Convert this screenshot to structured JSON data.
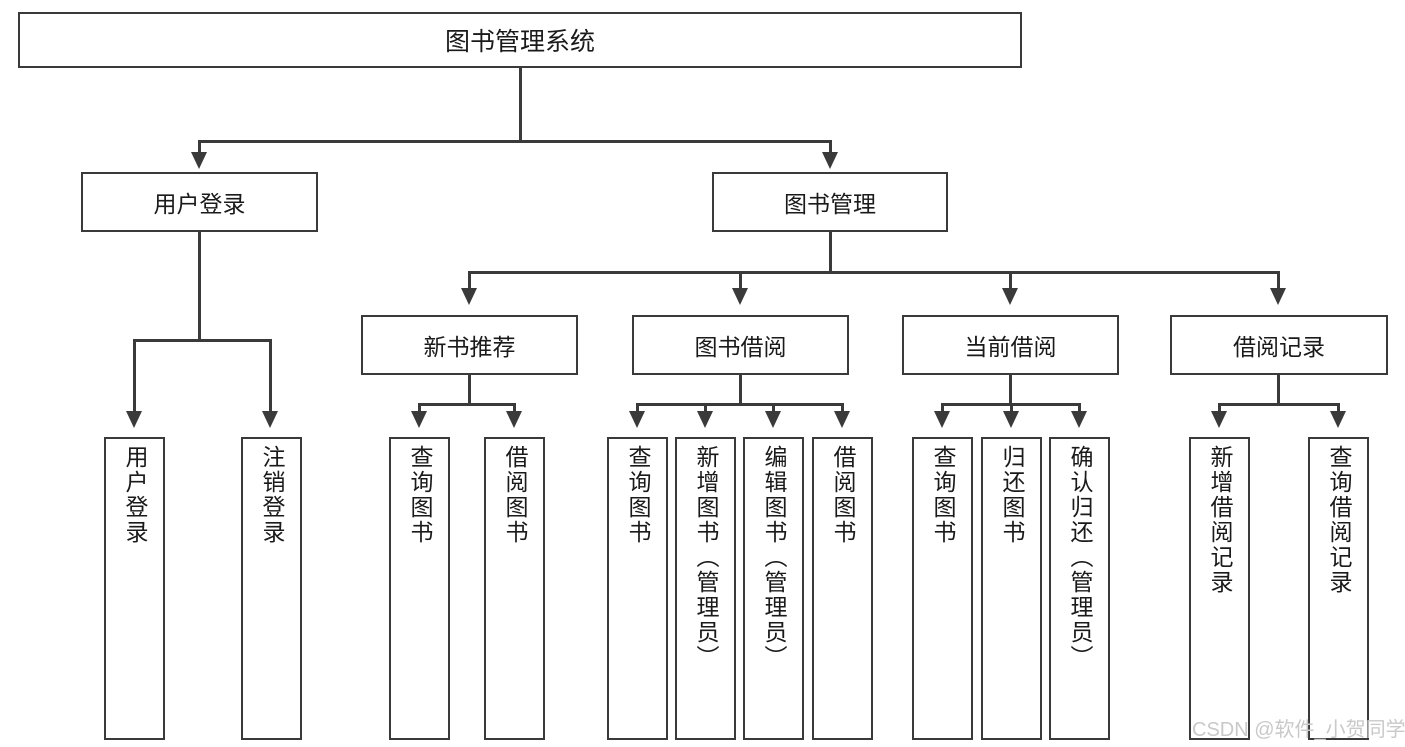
{
  "diagram": {
    "title": "图书管理系统",
    "root": {
      "label": "图书管理系统"
    },
    "level1": [
      {
        "label": "用户登录"
      },
      {
        "label": "图书管理"
      }
    ],
    "level2": [
      {
        "label": "新书推荐"
      },
      {
        "label": "图书借阅"
      },
      {
        "label": "当前借阅"
      },
      {
        "label": "借阅记录"
      }
    ],
    "leaves": {
      "user_login": [
        {
          "label": "用户登录"
        },
        {
          "label": "注销登录"
        }
      ],
      "new_book_recommend": [
        {
          "label": "查询图书"
        },
        {
          "label": "借阅图书"
        }
      ],
      "book_borrow": [
        {
          "label": "查询图书"
        },
        {
          "label": "新增图书（管理员）"
        },
        {
          "label": "编辑图书（管理员）"
        },
        {
          "label": "借阅图书"
        }
      ],
      "current_borrow": [
        {
          "label": "查询图书"
        },
        {
          "label": "归还图书"
        },
        {
          "label": "确认归还（管理员）"
        }
      ],
      "borrow_record": [
        {
          "label": "新增借阅记录"
        },
        {
          "label": "查询借阅记录"
        }
      ]
    }
  },
  "watermark": {
    "text": "CSDN @软件_小贺同学"
  },
  "colors": {
    "stroke": "#3a3a3a",
    "background": "#ffffff",
    "text": "#1a1a1a",
    "watermark": "#c9c9c9"
  }
}
